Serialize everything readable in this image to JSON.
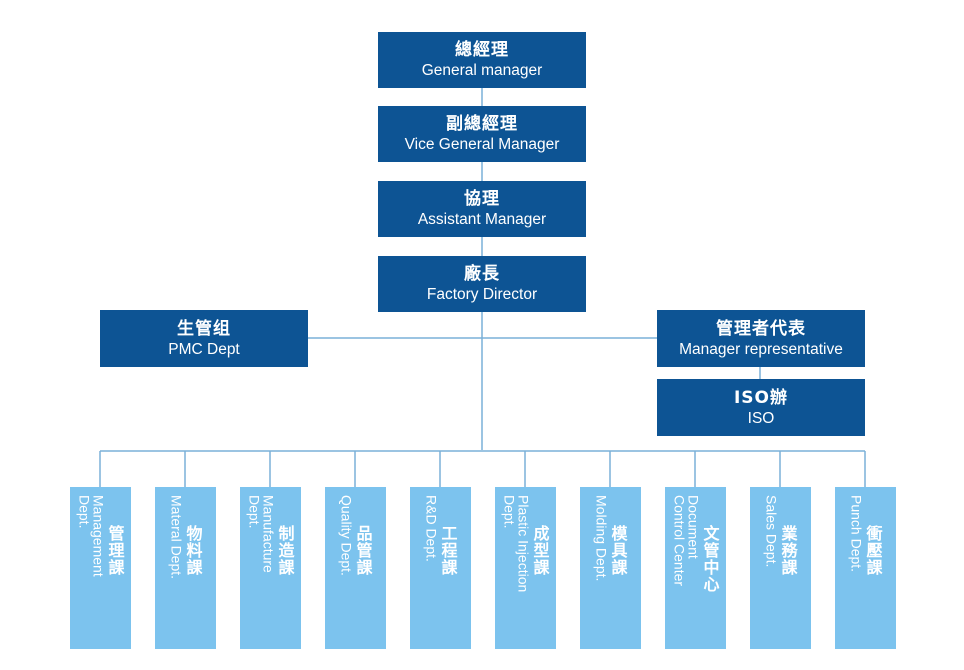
{
  "colors": {
    "box": "#0d5494",
    "dept": "#7cc3ee",
    "line": "#7ab0d8"
  },
  "chain": [
    {
      "zh": "總經理",
      "en": "General manager"
    },
    {
      "zh": "副總經理",
      "en": "Vice General Manager"
    },
    {
      "zh": "協理",
      "en": "Assistant Manager"
    },
    {
      "zh": "廠長",
      "en": "Factory Director"
    }
  ],
  "pmc": {
    "zh": "生管组",
    "en": "PMC Dept"
  },
  "rep": {
    "zh": "管理者代表",
    "en": "Manager representative"
  },
  "iso": {
    "zh": "ISO辦",
    "en": "ISO"
  },
  "depts": [
    {
      "zh": "管理課",
      "en": "Management\nDept."
    },
    {
      "zh": "物料課",
      "en": "Materal Dept."
    },
    {
      "zh": "制造課",
      "en": "Manufacture\nDept."
    },
    {
      "zh": "品管課",
      "en": "Quality Dept."
    },
    {
      "zh": "工程課",
      "en": "R&D Dept."
    },
    {
      "zh": "成型課",
      "en": "Plastic Injection\nDept."
    },
    {
      "zh": "模具課",
      "en": "Molding Dept."
    },
    {
      "zh": "文管中心",
      "en": "Document\nControl Center"
    },
    {
      "zh": "業務課",
      "en": "Sales Dept."
    },
    {
      "zh": "衝壓課",
      "en": "Punch Dept."
    }
  ]
}
